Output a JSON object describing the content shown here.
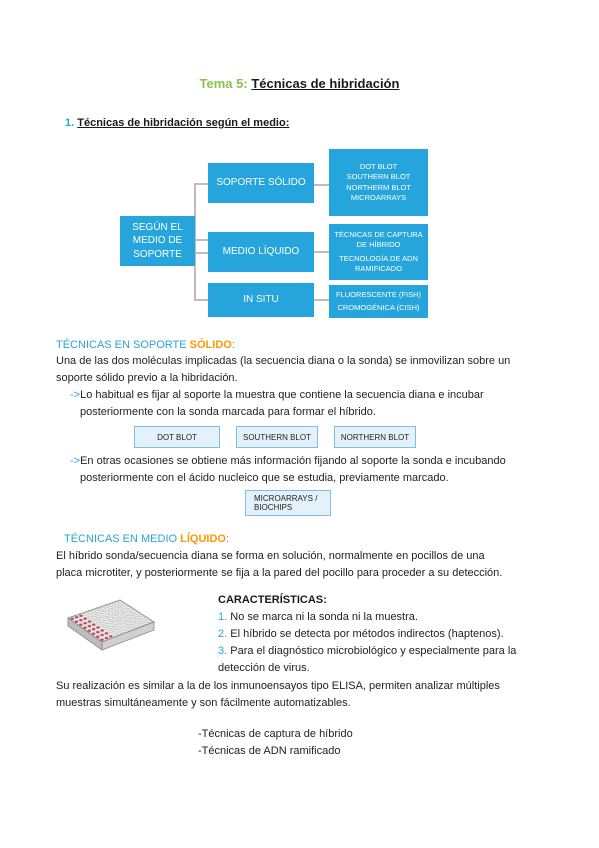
{
  "title": {
    "num": "Tema 5:",
    "main": "Técnicas de hibridación"
  },
  "section1": {
    "num": "1.",
    "label": "Técnicas de hibridación según el medio:"
  },
  "diagram": {
    "root": [
      "SEGÚN EL",
      "MEDIO DE",
      "SOPORTE"
    ],
    "solid": "SOPORTE SÓLIDO",
    "liquid": "MEDIO LÍQUIDO",
    "insitu": "IN SITU",
    "solid_items": [
      "DOT BLOT",
      "SOUTHERN BLOT",
      "NORTHERM BLOT",
      "MICROARRAYS"
    ],
    "liquid_items": [
      "TÉCNICAS DE CAPTURA",
      "DE HÍBRIDO",
      "TECNOLOGÍA DE ADN",
      "RAMIFICADO"
    ],
    "insitu_items": [
      "FLUORESCENTE (FISH)",
      "CROMOGÉNICA (CISH)"
    ]
  },
  "solid_section": {
    "heading_prefix": "TÉCNICAS EN SOPORTE ",
    "heading_emph": "SÓLIDO",
    "heading_suffix": ":",
    "p1a": "Una de las dos moléculas implicadas (la secuencia diana o la sonda) se inmovilizan sobre un",
    "p1b": "soporte sólido previo a la hibridación.",
    "arrow": "->",
    "p2a": "Lo habitual es fijar al soporte la muestra que contiene la secuencia diana e incubar",
    "p2b": "posteriormente con la sonda marcada para formar el híbrido.",
    "boxes": [
      "DOT BLOT",
      "SOUTHERN BLOT",
      "NORTHERN BLOT"
    ],
    "p3a": "En otras ocasiones se obtiene más información fijando al soporte la sonda e incubando",
    "p3b": "posteriormente con el ácido nucleico que se estudia, previamente marcado.",
    "micro_box": [
      "MICROARRAYS /",
      "BIOCHIPS"
    ]
  },
  "liquid_section": {
    "heading_prefix": "TÉCNICAS EN MEDIO ",
    "heading_emph": "LÍQUIDO",
    "heading_suffix": ":",
    "p1a": "El híbrido sonda/secuencia diana se forma en solución, normalmente en pocillos de una",
    "p1b": "placa microtiter, y posteriormente se fija a la pared del pocillo para proceder a su detección.",
    "char_title": "CARACTERÍSTICAS:",
    "chars": [
      {
        "n": "1.",
        "t": "No se marca ni la sonda ni la muestra."
      },
      {
        "n": "2.",
        "t": "El híbrido se detecta por métodos indirectos (haptenos)."
      },
      {
        "n": "3.",
        "t": "Para el diagnóstico microbiológico y especialmente para la"
      }
    ],
    "char3b": "detección de virus.",
    "p2a": "Su realización es similar a la de los inmunoensayos tipo ELISA, permiten analizar múltiples",
    "p2b": "muestras simultáneamente y son fácilmente automatizables.",
    "list": [
      "-Técnicas de captura de híbrido",
      "-Técnicas de ADN ramificado"
    ]
  }
}
